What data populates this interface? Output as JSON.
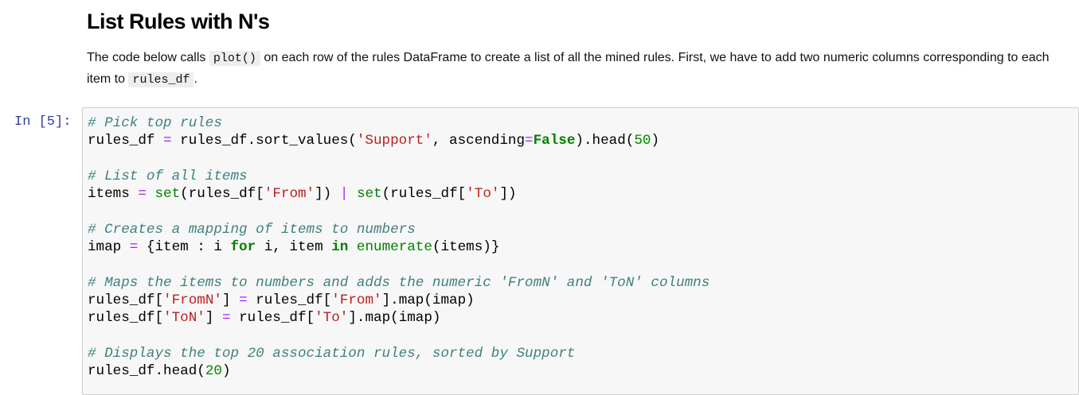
{
  "heading": "List Rules with N's",
  "paragraph": {
    "part1": "The code below calls ",
    "code1": "plot()",
    "part2": " on each row of the rules DataFrame to create a list of all the mined rules. First, we have to add two numeric columns corresponding to each item to ",
    "code2": "rules_df",
    "part3": "."
  },
  "cell": {
    "prompt": "In [5]:",
    "lines": [
      [
        [
          "c",
          "# Pick top rules"
        ]
      ],
      [
        [
          "p",
          "rules_df "
        ],
        [
          "o",
          "="
        ],
        [
          "p",
          " rules_df.sort_values("
        ],
        [
          "s",
          "'Support'"
        ],
        [
          "p",
          ", ascending"
        ],
        [
          "o",
          "="
        ],
        [
          "k",
          "False"
        ],
        [
          "p",
          ").head("
        ],
        [
          "n",
          "50"
        ],
        [
          "p",
          ")"
        ]
      ],
      [],
      [
        [
          "c",
          "# List of all items"
        ]
      ],
      [
        [
          "p",
          "items "
        ],
        [
          "o",
          "="
        ],
        [
          "p",
          " "
        ],
        [
          "b",
          "set"
        ],
        [
          "p",
          "(rules_df["
        ],
        [
          "s",
          "'From'"
        ],
        [
          "p",
          "]) "
        ],
        [
          "o",
          "|"
        ],
        [
          "p",
          " "
        ],
        [
          "b",
          "set"
        ],
        [
          "p",
          "(rules_df["
        ],
        [
          "s",
          "'To'"
        ],
        [
          "p",
          "])"
        ]
      ],
      [],
      [
        [
          "c",
          "# Creates a mapping of items to numbers"
        ]
      ],
      [
        [
          "p",
          "imap "
        ],
        [
          "o",
          "="
        ],
        [
          "p",
          " {item : i "
        ],
        [
          "k",
          "for"
        ],
        [
          "p",
          " i, item "
        ],
        [
          "k",
          "in"
        ],
        [
          "p",
          " "
        ],
        [
          "b",
          "enumerate"
        ],
        [
          "p",
          "(items)}"
        ]
      ],
      [],
      [
        [
          "c",
          "# Maps the items to numbers and adds the numeric 'FromN' and 'ToN' columns"
        ]
      ],
      [
        [
          "p",
          "rules_df["
        ],
        [
          "s",
          "'FromN'"
        ],
        [
          "p",
          "] "
        ],
        [
          "o",
          "="
        ],
        [
          "p",
          " rules_df["
        ],
        [
          "s",
          "'From'"
        ],
        [
          "p",
          "].map(imap)"
        ]
      ],
      [
        [
          "p",
          "rules_df["
        ],
        [
          "s",
          "'ToN'"
        ],
        [
          "p",
          "] "
        ],
        [
          "o",
          "="
        ],
        [
          "p",
          " rules_df["
        ],
        [
          "s",
          "'To'"
        ],
        [
          "p",
          "].map(imap)"
        ]
      ],
      [],
      [
        [
          "c",
          "# Displays the top 20 association rules, sorted by Support"
        ]
      ],
      [
        [
          "p",
          "rules_df.head("
        ],
        [
          "n",
          "20"
        ],
        [
          "p",
          ")"
        ]
      ]
    ]
  }
}
